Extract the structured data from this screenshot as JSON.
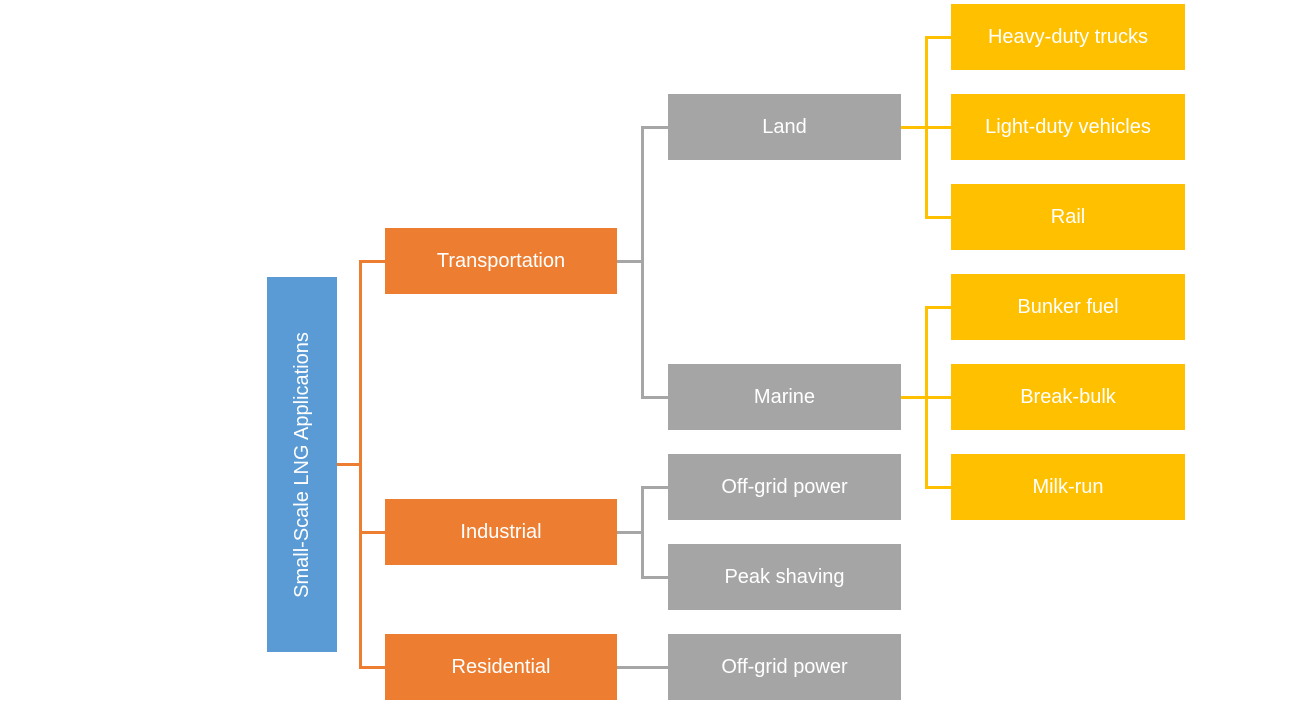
{
  "diagram": {
    "root": {
      "label": "Small-Scale LNG Applications"
    },
    "colors": {
      "root_fill": "#5B9BD5",
      "level1_fill": "#ED7D31",
      "level2_fill": "#A5A5A5",
      "level3_fill": "#FFC000",
      "level1_connector": "#ED7D31",
      "level2_connector": "#A6A6A6",
      "level3_connector": "#FFC000",
      "label_text": "#FFFFFF"
    },
    "branches": [
      {
        "label": "Transportation",
        "children": [
          {
            "label": "Land",
            "children": [
              {
                "label": "Heavy-duty trucks"
              },
              {
                "label": "Light-duty vehicles"
              },
              {
                "label": "Rail"
              }
            ]
          },
          {
            "label": "Marine",
            "children": [
              {
                "label": "Bunker fuel"
              },
              {
                "label": "Break-bulk"
              },
              {
                "label": "Milk-run"
              }
            ]
          }
        ]
      },
      {
        "label": "Industrial",
        "children": [
          {
            "label": "Off-grid power"
          },
          {
            "label": "Peak shaving"
          }
        ]
      },
      {
        "label": "Residential",
        "children": [
          {
            "label": "Off-grid power"
          }
        ]
      }
    ]
  }
}
